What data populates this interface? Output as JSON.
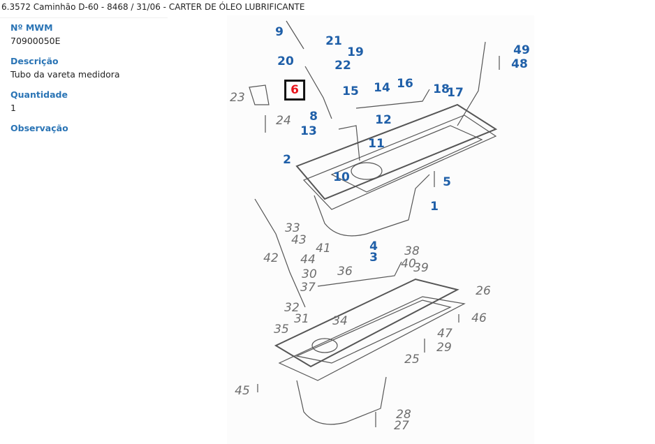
{
  "header": {
    "title": "6.3572 Caminhão D-60 - 8468  /  31/06 - CARTER DE ÓLEO LUBRIFICANTE"
  },
  "details": {
    "mwm_label": "Nº MWM",
    "mwm_value": "70900050E",
    "desc_label": "Descrição",
    "desc_value": "Tubo da vareta medidora",
    "qty_label": "Quantidade",
    "qty_value": "1",
    "obs_label": "Observação"
  },
  "diagram": {
    "selected": "6",
    "blue_labels": [
      "9",
      "21",
      "19",
      "20",
      "22",
      "6",
      "15",
      "14",
      "16",
      "18",
      "17",
      "49",
      "48",
      "8",
      "12",
      "13",
      "11",
      "2",
      "10",
      "5",
      "1",
      "4",
      "3"
    ],
    "gray_labels": [
      "23",
      "24",
      "33",
      "43",
      "41",
      "42",
      "44",
      "30",
      "36",
      "38",
      "40",
      "39",
      "37",
      "26",
      "32",
      "31",
      "34",
      "35",
      "46",
      "47",
      "29",
      "25",
      "45",
      "28",
      "27"
    ]
  }
}
